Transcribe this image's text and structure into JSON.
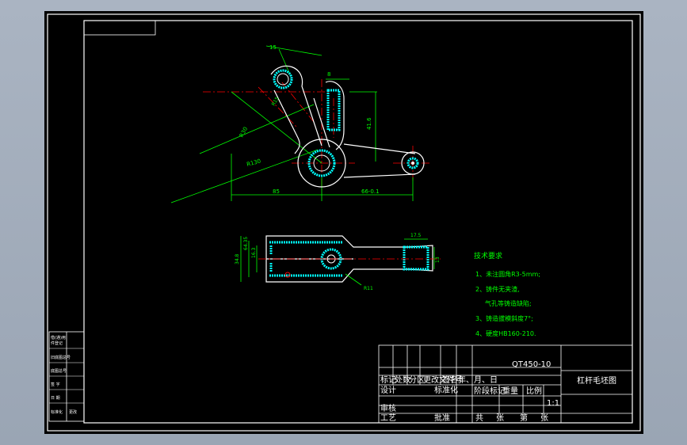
{
  "drawing": {
    "background": "#000000",
    "frame_color": "#ffffff",
    "dimension_color": "#00ff00",
    "centerline_color": "#ff0000",
    "outline_color": "#ffffff",
    "hatch_color": "#00ffff"
  },
  "dimensions": {
    "top_angle": "15",
    "width_8": "8",
    "height_41": "41.6",
    "r_a": "R30",
    "r_b": "R130",
    "len_85": "85",
    "len_66": "66-0.1",
    "r_small": "R15"
  },
  "section": {
    "d_left_1": "64.35",
    "d_left_2": "16.3",
    "d_left_3": "34.8",
    "d_right_top": "17.5",
    "d_right_side": "13",
    "radius_note": "R11"
  },
  "tech_requirements": {
    "heading": "技术要求",
    "items": [
      "1、未注圆角R3-5mm;",
      "2、铸件无夹渣,",
      "气孔等铸造缺陷;",
      "3、铸造拔模斜度7°;",
      "4、硬度HB160-210."
    ]
  },
  "title_block": {
    "material": "QT450-10",
    "part_name": "杠杆毛坯图",
    "scale": "1:1",
    "row_headers": [
      "标记",
      "处数",
      "分区",
      "更改文件号",
      "签名",
      "年、月、日"
    ],
    "design": "设计",
    "standardize": "标准化",
    "review": "审核",
    "process": "工艺",
    "approve": "批准",
    "stage": "阶段标记",
    "weight": "重量",
    "ratio": "比例",
    "sheets": [
      "共",
      "张",
      "第",
      "张"
    ]
  },
  "side_table": {
    "rows": [
      "借(通)用",
      "件登记",
      "旧底图总号",
      "底图总号",
      "签 字",
      "日 期",
      "标准化",
      "更改"
    ]
  }
}
